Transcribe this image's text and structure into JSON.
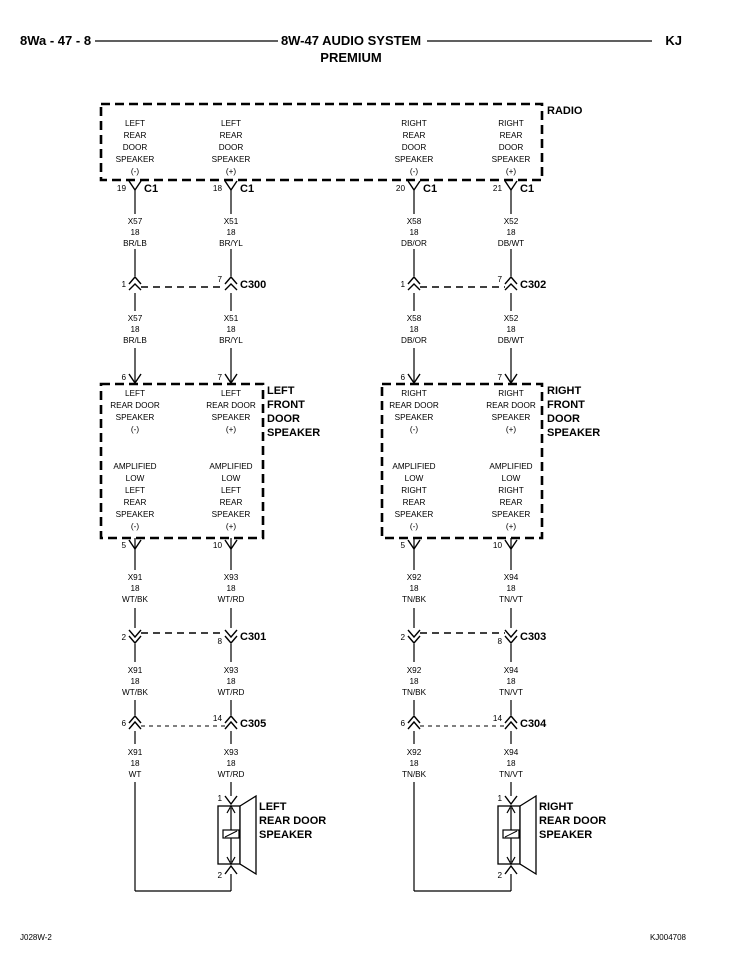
{
  "header": {
    "left": "8Wa - 47 - 8",
    "title": "8W-47 AUDIO SYSTEM",
    "subtitle": "PREMIUM",
    "right": "KJ"
  },
  "footer": {
    "left": "J028W-2",
    "right": "KJ004708"
  },
  "radio": {
    "label": "RADIO",
    "terminals": [
      [
        "LEFT",
        "REAR",
        "DOOR",
        "SPEAKER",
        "(-)"
      ],
      [
        "LEFT",
        "REAR",
        "DOOR",
        "SPEAKER",
        "(+)"
      ],
      [
        "RIGHT",
        "REAR",
        "DOOR",
        "SPEAKER",
        "(-)"
      ],
      [
        "RIGHT",
        "REAR",
        "DOOR",
        "SPEAKER",
        "(+)"
      ]
    ],
    "pins": [
      "19",
      "18",
      "20",
      "21"
    ],
    "connector": "C1"
  },
  "left": {
    "wire_a": [
      [
        "X57",
        "18",
        "BR/LB"
      ],
      [
        "X57",
        "18",
        "BR/LB"
      ]
    ],
    "wire_b": [
      [
        "X51",
        "18",
        "BR/YL"
      ],
      [
        "X51",
        "18",
        "BR/YL"
      ]
    ],
    "conn1": {
      "name": "C300",
      "pin_a": "1",
      "pin_b": "7"
    },
    "speaker": {
      "label": [
        "LEFT",
        "FRONT",
        "DOOR",
        "SPEAKER"
      ],
      "in_pins": [
        "6",
        "7"
      ],
      "out_pins": [
        "5",
        "10"
      ],
      "term_a": [
        "LEFT",
        "REAR DOOR",
        "SPEAKER",
        "(-)"
      ],
      "term_b": [
        "LEFT",
        "REAR DOOR",
        "SPEAKER",
        "(+)"
      ],
      "amp_a": [
        "AMPLIFIED",
        "LOW",
        "LEFT",
        "REAR",
        "SPEAKER",
        "(-)"
      ],
      "amp_b": [
        "AMPLIFIED",
        "LOW",
        "LEFT",
        "REAR",
        "SPEAKER",
        "(+)"
      ]
    },
    "wire_c": [
      [
        "X91",
        "18",
        "WT/BK"
      ],
      [
        "X91",
        "18",
        "WT/BK"
      ],
      [
        "X91",
        "18",
        "WT"
      ]
    ],
    "wire_d": [
      [
        "X93",
        "18",
        "WT/RD"
      ],
      [
        "X93",
        "18",
        "WT/RD"
      ],
      [
        "X93",
        "18",
        "WT/RD"
      ]
    ],
    "conn2": {
      "name": "C301",
      "pin_a": "2",
      "pin_b": "8"
    },
    "conn3": {
      "name": "C305",
      "pin_a": "6",
      "pin_b": "14"
    },
    "rear": {
      "label": [
        "LEFT",
        "REAR DOOR",
        "SPEAKER"
      ],
      "pins": [
        "1",
        "2"
      ]
    }
  },
  "right": {
    "wire_a": [
      [
        "X58",
        "18",
        "DB/OR"
      ],
      [
        "X58",
        "18",
        "DB/OR"
      ]
    ],
    "wire_b": [
      [
        "X52",
        "18",
        "DB/WT"
      ],
      [
        "X52",
        "18",
        "DB/WT"
      ]
    ],
    "conn1": {
      "name": "C302",
      "pin_a": "1",
      "pin_b": "7"
    },
    "speaker": {
      "label": [
        "RIGHT",
        "FRONT",
        "DOOR",
        "SPEAKER"
      ],
      "in_pins": [
        "6",
        "7"
      ],
      "out_pins": [
        "5",
        "10"
      ],
      "term_a": [
        "RIGHT",
        "REAR DOOR",
        "SPEAKER",
        "(-)"
      ],
      "term_b": [
        "RIGHT",
        "REAR DOOR",
        "SPEAKER",
        "(+)"
      ],
      "amp_a": [
        "AMPLIFIED",
        "LOW",
        "RIGHT",
        "REAR",
        "SPEAKER",
        "(-)"
      ],
      "amp_b": [
        "AMPLIFIED",
        "LOW",
        "RIGHT",
        "REAR",
        "SPEAKER",
        "(+)"
      ]
    },
    "wire_c": [
      [
        "X92",
        "18",
        "TN/BK"
      ],
      [
        "X92",
        "18",
        "TN/BK"
      ],
      [
        "X92",
        "18",
        "TN/BK"
      ]
    ],
    "wire_d": [
      [
        "X94",
        "18",
        "TN/VT"
      ],
      [
        "X94",
        "18",
        "TN/VT"
      ],
      [
        "X94",
        "18",
        "TN/VT"
      ]
    ],
    "conn2": {
      "name": "C303",
      "pin_a": "2",
      "pin_b": "8"
    },
    "conn3": {
      "name": "C304",
      "pin_a": "6",
      "pin_b": "14"
    },
    "rear": {
      "label": [
        "RIGHT",
        "REAR DOOR",
        "SPEAKER"
      ],
      "pins": [
        "1",
        "2"
      ]
    }
  }
}
